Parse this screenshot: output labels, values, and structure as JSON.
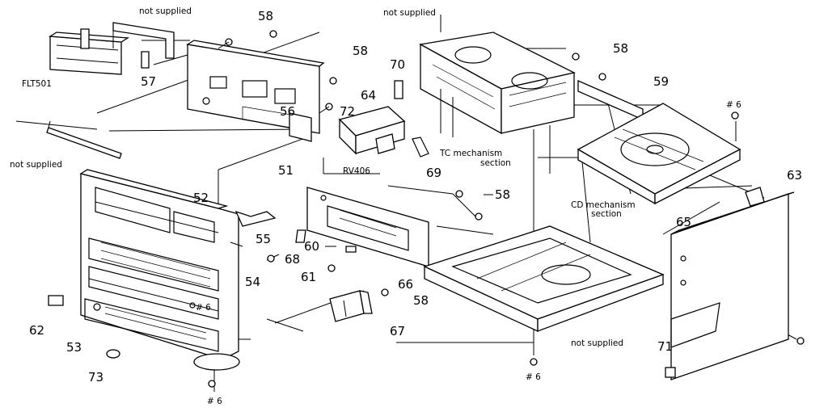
{
  "labels": {
    "ns_top_left": "not supplied",
    "ns_top_mid": "not supplied",
    "ns_left": "not supplied",
    "ns_bottom": "not supplied",
    "flt501": "FLT501",
    "rv406": "RV406",
    "tc_line1": "TC mechanism",
    "tc_line2": "section",
    "cd_line1": "CD mechanism",
    "cd_line2": "section",
    "p51": "51",
    "p52": "52",
    "p53": "53",
    "p54": "54",
    "p55": "55",
    "p56": "56",
    "p57": "57",
    "p58a": "58",
    "p58b": "58",
    "p58c": "58",
    "p58d": "58",
    "p58e": "58",
    "p59": "59",
    "p60": "60",
    "p61": "61",
    "p62": "62",
    "p63": "63",
    "p64": "64",
    "p65": "65",
    "p66": "66",
    "p67": "67",
    "p68": "68",
    "p69": "69",
    "p70": "70",
    "p71": "71",
    "p72": "72",
    "p73": "73",
    "s6a": "# 6",
    "s6b": "# 6",
    "s6c": "# 6",
    "s6d": "# 6"
  }
}
